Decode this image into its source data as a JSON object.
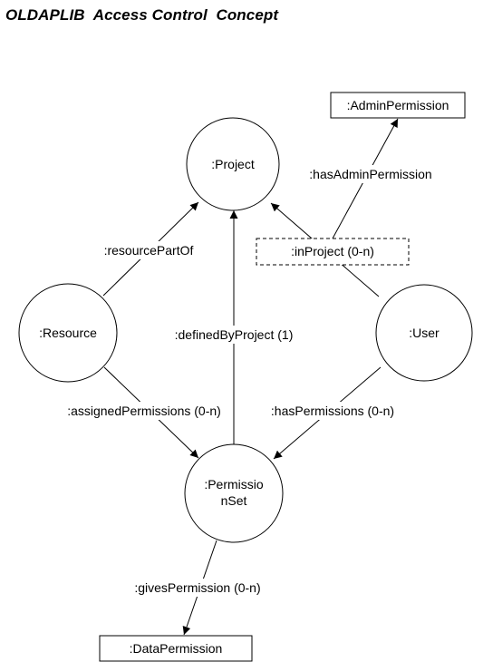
{
  "title": "OLDAPLIB  Access Control  Concept",
  "nodes": {
    "project": ":Project",
    "resource": ":Resource",
    "user": ":User",
    "permission_set_line1": ":Permissio",
    "permission_set_line2": "nSet",
    "admin_permission": ":AdminPermission",
    "data_permission": ":DataPermission"
  },
  "edges": {
    "has_admin_permission": ":hasAdminPermission",
    "in_project": ":inProject (0-n)",
    "resource_part_of": ":resourcePartOf",
    "defined_by_project": ":definedByProject (1)",
    "assigned_permissions": ":assignedPermissions (0-n)",
    "has_permissions": ":hasPermissions (0-n)",
    "gives_permission": ":givesPermission (0-n)"
  }
}
